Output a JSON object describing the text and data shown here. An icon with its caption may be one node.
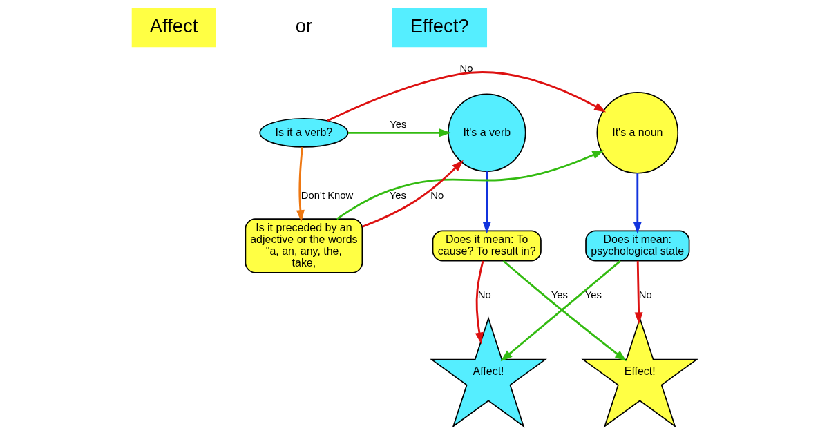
{
  "diagram": {
    "nodes": [
      {
        "text": [
          "Affect"
        ]
      },
      {
        "text": [
          "Effect?"
        ]
      },
      {
        "text": [
          "Is it a verb?"
        ]
      },
      {
        "text": [
          "It's a noun"
        ]
      },
      {
        "text": [
          "It's a verb"
        ]
      },
      {
        "text": [
          "Is it preceded by an adjective or the words \"a, an, any, the, take,"
        ]
      },
      {
        "text": [
          "Does it mean: psychological state"
        ]
      },
      {
        "text": [
          "Does it mean: To cause? To result in?"
        ]
      },
      {
        "text": [
          "Affect!"
        ]
      },
      {
        "text": [
          "Effect!"
        ]
      }
    ],
    "edges": [
      {
        "from": 2,
        "to": 3,
        "arrow": "to",
        "label": "No",
        "color": "#dd1111"
      },
      {
        "from": 2,
        "to": 4,
        "arrow": "to",
        "label": "Yes",
        "color": "#33bb11"
      },
      {
        "from": 2,
        "to": 5,
        "arrow": "to",
        "label": "Don't Know",
        "color": "#ee7711"
      },
      {
        "from": 5,
        "to": 3,
        "arrow": "to",
        "label": "Yes",
        "color": "#33bb11"
      },
      {
        "from": 5,
        "to": 4,
        "arrow": "to",
        "label": "No",
        "color": "#dd1111"
      },
      {
        "from": 3,
        "to": 6,
        "arrow": "to",
        "color": "#1133dd"
      },
      {
        "from": 4,
        "to": 7,
        "arrow": "to",
        "color": "#1133dd"
      },
      {
        "from": 6,
        "to": 8,
        "arrow": "to",
        "label": "Yes",
        "color": "#33bb11"
      },
      {
        "from": 6,
        "to": 9,
        "arrow": "to",
        "label": "No",
        "color": "#dd1111"
      },
      {
        "from": 7,
        "to": 8,
        "arrow": "to",
        "label": "No",
        "color": "#dd1111"
      },
      {
        "from": 7,
        "to": 9,
        "arrow": "to",
        "label": "Yes",
        "color": "#33bb11"
      }
    ],
    "labels": [
      "or"
    ]
  }
}
